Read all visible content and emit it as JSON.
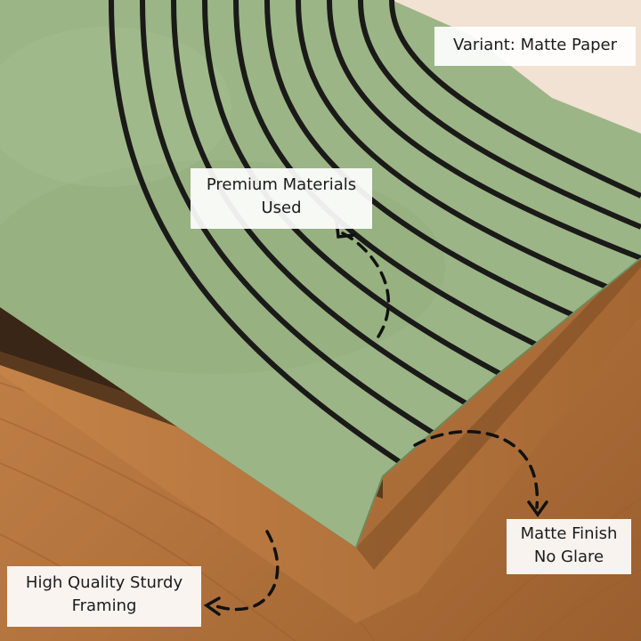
{
  "image": {
    "subject": "framed-art-print-corner",
    "colors": {
      "print_green": "#9cb586",
      "print_shadow": "#7f9a6c",
      "stripes": "#1a1a18",
      "panel_cream": "#f2e2d4",
      "frame_wood": "#b8783f",
      "frame_dark": "#3a2616",
      "floor_wood": "#b5753e",
      "label_bg": "#ffffff"
    }
  },
  "callouts": {
    "variant": {
      "text": "Variant: Matte Paper"
    },
    "premium": {
      "line1": "Premium Materials",
      "line2": "Used"
    },
    "matte": {
      "line1": "Matte Finish",
      "line2": "No Glare"
    },
    "framing": {
      "line1": "High Quality Sturdy",
      "line2": "Framing"
    }
  },
  "arrows": [
    {
      "name": "premium-arrow",
      "icon": "dashed-curved-arrow-icon"
    },
    {
      "name": "matte-arrow",
      "icon": "dashed-curved-arrow-icon"
    },
    {
      "name": "framing-arrow",
      "icon": "dashed-curved-arrow-icon"
    }
  ]
}
